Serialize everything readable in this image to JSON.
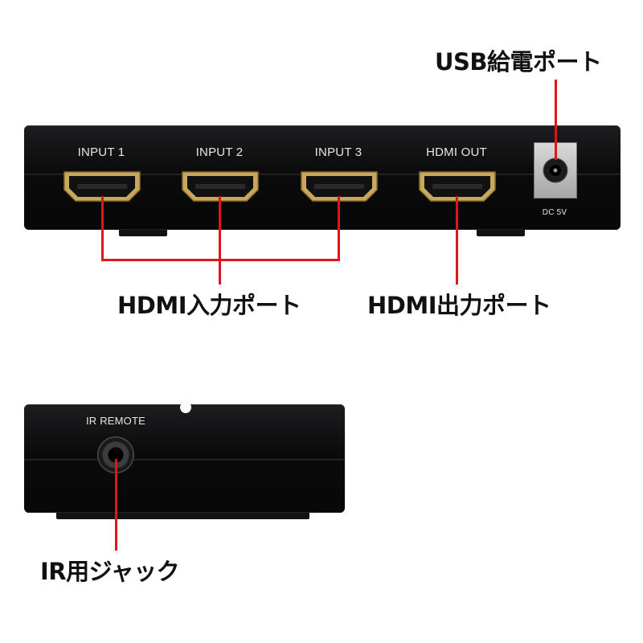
{
  "top_device": {
    "ports": [
      {
        "label": "INPUT 1"
      },
      {
        "label": "INPUT 2"
      },
      {
        "label": "INPUT 3"
      },
      {
        "label": "HDMI OUT"
      }
    ],
    "dc_label": "DC 5V"
  },
  "bottom_device": {
    "ir_label": "IR REMOTE"
  },
  "callouts": {
    "usb_power": "USB給電ポート",
    "hdmi_input": "HDMI入力ポート",
    "hdmi_output": "HDMI出力ポート",
    "ir_jack": "IR用ジャック"
  },
  "colors": {
    "callout_line": "#e0141c",
    "device_body": "#0b0b0c",
    "hdmi_gold": "#c9a85c"
  }
}
